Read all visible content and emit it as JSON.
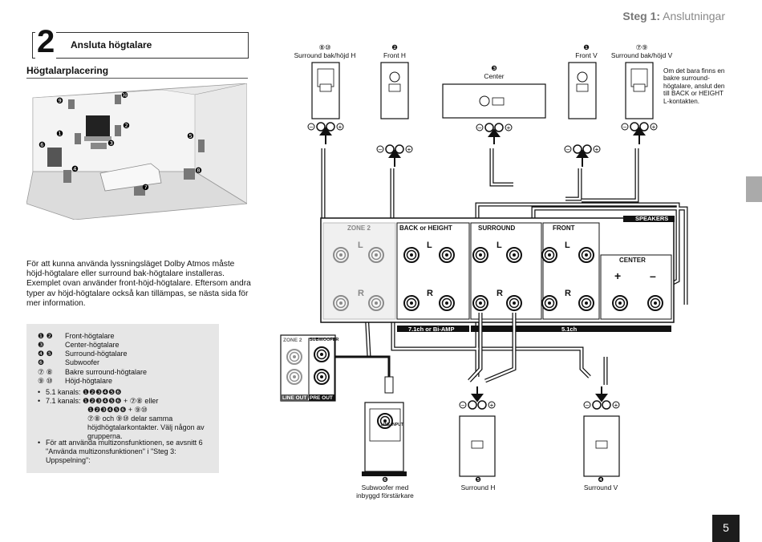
{
  "header": {
    "step": "Steg 1:",
    "title": "Anslutningar"
  },
  "section": {
    "number": "2",
    "title": "Ansluta högtalare"
  },
  "subtitle": "Högtalarplacering",
  "paragraph": "För att kunna använda lyssningsläget Dolby Atmos måste höjd-högtalare eller surround bak-högtalare installeras. Exemplet ovan använder front-höjd-högtalare. Eftersom andra typer av höjd-högtalare också kan tillämpas, se nästa sida för mer information.",
  "room_markers": [
    "❾",
    "❿",
    "❶",
    "❷",
    "❸",
    "❻",
    "❺",
    "❹",
    "❽",
    "❼"
  ],
  "legend": {
    "items": [
      {
        "nums": "❶ ❷",
        "label": "Front-högtalare"
      },
      {
        "nums": "❸",
        "label": "Center-högtalare"
      },
      {
        "nums": "❹ ❺",
        "label": "Surround-högtalare"
      },
      {
        "nums": "❻",
        "label": "Subwoofer"
      },
      {
        "nums": "⑦ ⑧",
        "label": "Bakre surround-högtalare"
      },
      {
        "nums": "⑨ ⑩",
        "label": "Höjd-högtalare"
      }
    ],
    "b1": "5.1 kanals: ❶❷❸❹❺❻",
    "b2a": "7.1 kanals: ❶❷❸❹❺❻ + ⑦⑧ eller",
    "b2b": "❶❷❸❹❺❻ + ⑨⑩",
    "b2c": "⑦⑧ och ⑨⑩ delar samma höjdhögtalarkontakter. Välj någon av grupperna.",
    "b3": "För att använda multizonsfunktionen, se avsnitt 6 \"Använda multizonsfunktionen\" i \"Steg 3: Uppspelning\":"
  },
  "speakers": {
    "surround_back": {
      "num": "⑧⑩",
      "label": "Surround bak/höjd H"
    },
    "front_h": {
      "num": "❷",
      "label": "Front H"
    },
    "center": {
      "num": "❸",
      "label": "Center"
    },
    "front_v": {
      "num": "❶",
      "label": "Front V"
    },
    "surround_back_v": {
      "num": "⑦⑨",
      "label": "Surround bak/höjd V"
    },
    "subwoofer": {
      "num": "❻",
      "label": "Subwoofer med",
      "label2": "inbyggd förstärkare"
    },
    "surround_h": {
      "num": "❺",
      "label": "Surround H"
    },
    "surround_v": {
      "num": "❹",
      "label": "Surround V"
    }
  },
  "note": "Om det bara finns en bakre surround-högtalare, anslut den till BACK or HEIGHT L-kontakten.",
  "panel": {
    "zone2": "ZONE 2",
    "back_height": "BACK or HEIGHT",
    "surround": "SURROUND",
    "front": "FRONT",
    "speakers": "SPEAKERS",
    "center": "CENTER",
    "bar_71": "7.1ch or Bi-AMP",
    "bar_51": "5.1ch",
    "L": "L",
    "R": "R",
    "plus": "+",
    "minus": "–",
    "zone2_small": "ZONE 2",
    "subwoofer_small": "SUBWOOFER",
    "line_out": "LINE OUT",
    "pre_out": "PRE OUT",
    "line_input": "LINE INPUT"
  },
  "page_number": "5"
}
